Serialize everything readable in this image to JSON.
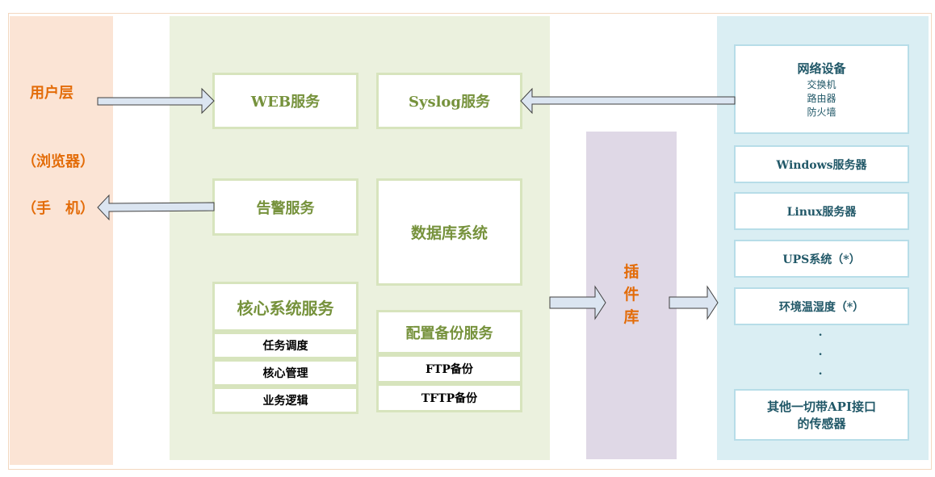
{
  "user_layer": {
    "title": "用户层",
    "browser": "（浏览器）",
    "mobile": "（手　机）"
  },
  "services": {
    "web": "WEB服务",
    "syslog": "Syslog服务",
    "alarm": "告警服务",
    "database": "数据库系统",
    "core": {
      "title": "核心系统服务",
      "items": [
        "任务调度",
        "核心管理",
        "业务逻辑"
      ]
    },
    "backup": {
      "title": "配置备份服务",
      "items": [
        "FTP备份",
        "TFTP备份"
      ]
    }
  },
  "plugin": [
    "插",
    "件",
    "库"
  ],
  "devices": {
    "network": {
      "title": "网络设备",
      "items": [
        "交换机",
        "路由器",
        "防火墙"
      ]
    },
    "windows": "Windows服务器",
    "linux": "Linux服务器",
    "ups": "UPS系统（*）",
    "env": "环境温湿度（*）",
    "dots": [
      ".",
      ".",
      "."
    ],
    "other": [
      "其他一切带API接口",
      "的传感器"
    ]
  },
  "colors": {
    "accent_orange": "#e36c09",
    "service_green": "#76923c",
    "device_teal": "#215868"
  }
}
